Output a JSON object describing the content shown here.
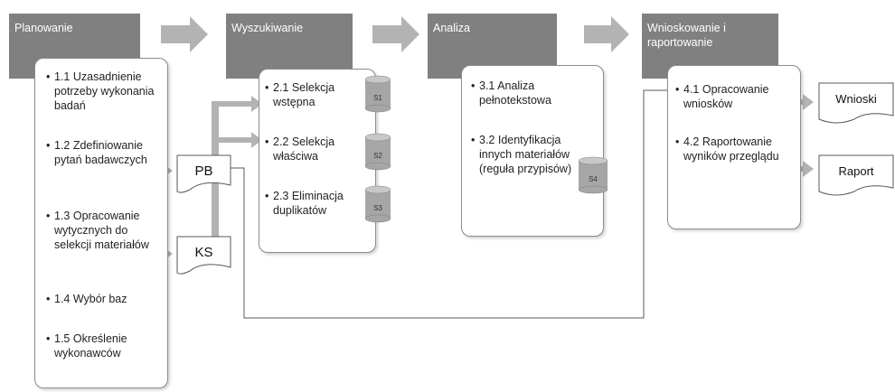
{
  "colors": {
    "phase_bg": "#808080",
    "arrow": "#b3b3b3",
    "cylinder": "#a6a6a6",
    "line": "#595959"
  },
  "phases": [
    {
      "title": "Planowanie"
    },
    {
      "title": "Wyszukiwanie"
    },
    {
      "title": "Analiza"
    },
    {
      "title": "Wnioskowanie i raportowanie"
    }
  ],
  "planning_items": [
    "1.1 Uzasadnienie potrzeby wykonania badań",
    "1.2 Zdefiniowanie pytań badawczych",
    "1.3 Opracowanie wytycznych do selekcji materiałów",
    "1.4 Wybór baz",
    "1.5 Określenie wykonawców"
  ],
  "search_items": [
    "2.1 Selekcja wstępna",
    "2.2 Selekcja właściwa",
    "2.3 Eliminacja duplikatów"
  ],
  "analysis_items": [
    "3.1 Analiza pełnotekstowa",
    "3.2 Identyfikacja innych materiałów (reguła przypisów)"
  ],
  "reporting_items": [
    "4.1 Opracowanie wniosków",
    "4.2 Raportowanie wyników przeglądu"
  ],
  "databases": [
    "S1",
    "S2",
    "S3",
    "S4"
  ],
  "documents": [
    "PB",
    "KS"
  ],
  "outputs": [
    "Wnioski",
    "Raport"
  ]
}
